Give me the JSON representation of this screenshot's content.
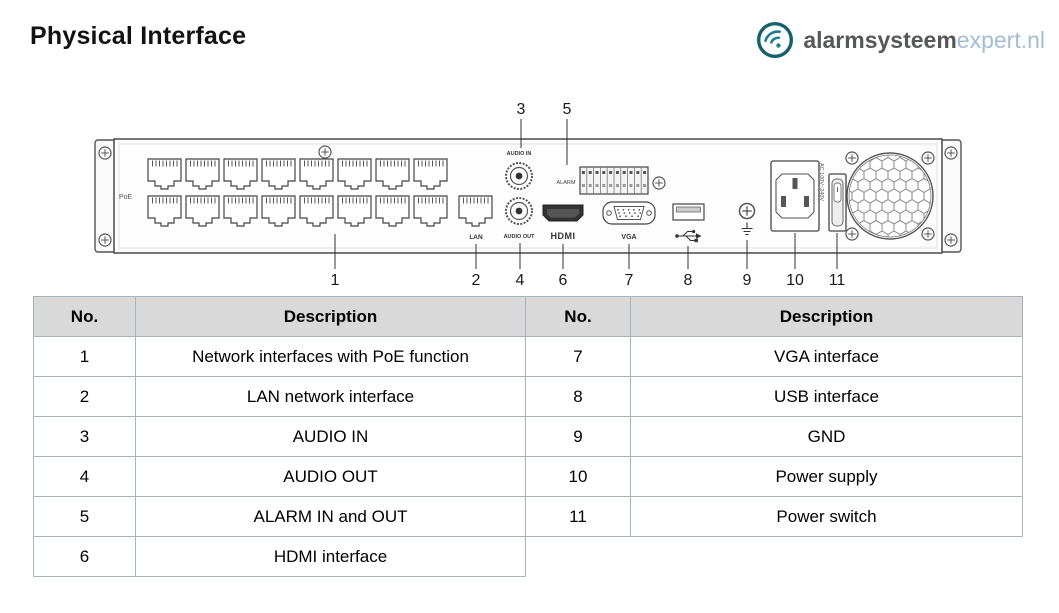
{
  "header": {
    "title": "Physical Interface",
    "logo": {
      "bold": "alarmsysteem",
      "light": "expert.nl"
    }
  },
  "diagram": {
    "labels": {
      "poe": "PoE",
      "lan": "LAN",
      "audio_in": "AUDIO IN",
      "audio_out": "AUDIO OUT",
      "alarm": "ALARM",
      "hdmi": "HDMI",
      "vga": "VGA",
      "ac": "AC 100V~240V"
    },
    "callouts": {
      "c1": "1",
      "c2": "2",
      "c3": "3",
      "c4": "4",
      "c5": "5",
      "c6": "6",
      "c7": "7",
      "c8": "8",
      "c9": "9",
      "c10": "10",
      "c11": "11"
    }
  },
  "table": {
    "headers": [
      "No.",
      "Description",
      "No.",
      "Description"
    ],
    "rows": [
      [
        "1",
        "Network interfaces with PoE function",
        "7",
        "VGA interface"
      ],
      [
        "2",
        "LAN network interface",
        "8",
        "USB interface"
      ],
      [
        "3",
        "AUDIO IN",
        "9",
        "GND"
      ],
      [
        "4",
        "AUDIO OUT",
        "10",
        "Power supply"
      ],
      [
        "5",
        "ALARM IN and OUT",
        "11",
        "Power switch"
      ],
      [
        "6",
        "HDMI interface",
        "",
        ""
      ]
    ]
  }
}
